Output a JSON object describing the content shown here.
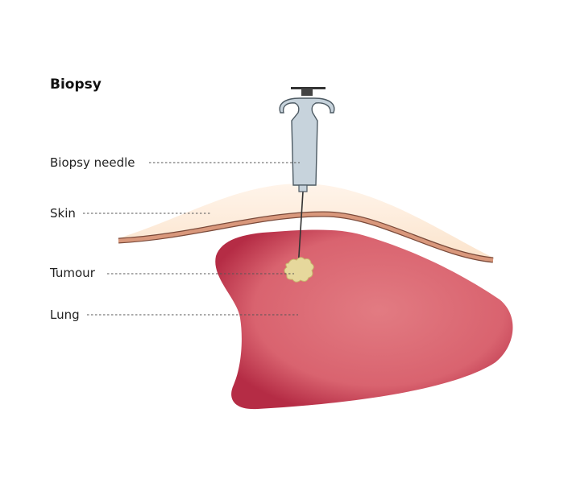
{
  "title": "Biopsy",
  "labels": {
    "needle": "Biopsy needle",
    "skin": "Skin",
    "tumour": "Tumour",
    "lung": "Lung"
  },
  "colors": {
    "skin": "#fbe6d0",
    "skin_band": "#d9987c",
    "lung_edge": "#b52c45",
    "lung_center": "#e27b82",
    "tumour": "#e6d89c",
    "syringe": "#c7d3dc"
  }
}
